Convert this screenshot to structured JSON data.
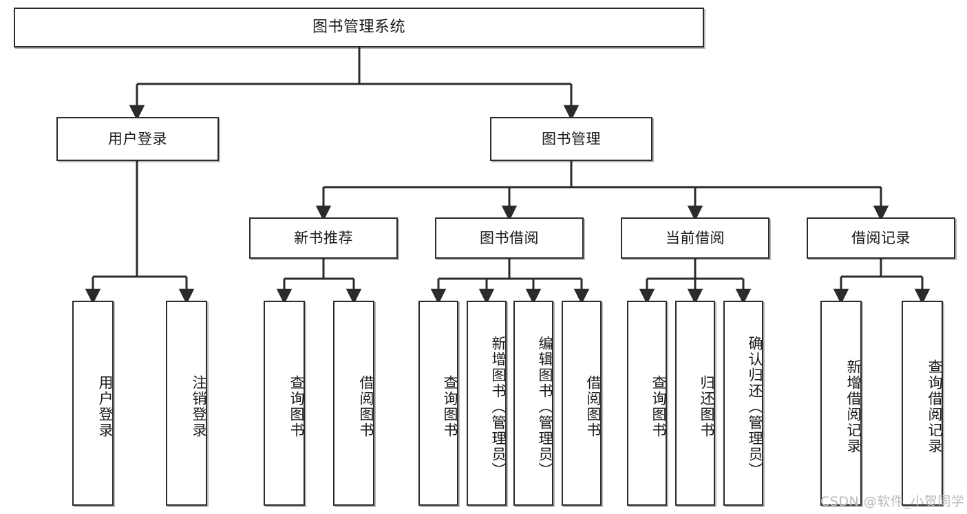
{
  "diagram": {
    "title": "图书管理系统",
    "type": "hierarchy-tree",
    "root": {
      "id": "root",
      "label": "图书管理系统"
    },
    "level1": [
      {
        "id": "user-login",
        "label": "用户登录"
      },
      {
        "id": "book-manage",
        "label": "图书管理"
      }
    ],
    "level2": [
      {
        "id": "new-book-rec",
        "label": "新书推荐",
        "parent": "book-manage"
      },
      {
        "id": "book-borrow",
        "label": "图书借阅",
        "parent": "book-manage"
      },
      {
        "id": "current-borrow",
        "label": "当前借阅",
        "parent": "book-manage"
      },
      {
        "id": "borrow-record",
        "label": "借阅记录",
        "parent": "book-manage"
      }
    ],
    "leaves": [
      {
        "id": "leaf-user-login",
        "label": "用户登录",
        "parent": "user-login"
      },
      {
        "id": "leaf-user-logout",
        "label": "注销登录",
        "parent": "user-login"
      },
      {
        "id": "leaf-query-book-1",
        "label": "查询图书",
        "parent": "new-book-rec"
      },
      {
        "id": "leaf-borrow-book-1",
        "label": "借阅图书",
        "parent": "new-book-rec"
      },
      {
        "id": "leaf-query-book-2",
        "label": "查询图书",
        "parent": "book-borrow"
      },
      {
        "id": "leaf-add-book",
        "label": "新增图书（管理员）",
        "parent": "book-borrow"
      },
      {
        "id": "leaf-edit-book",
        "label": "编辑图书（管理员）",
        "parent": "book-borrow"
      },
      {
        "id": "leaf-borrow-book-2",
        "label": "借阅图书",
        "parent": "book-borrow"
      },
      {
        "id": "leaf-query-book-3",
        "label": "查询图书",
        "parent": "current-borrow"
      },
      {
        "id": "leaf-return-book",
        "label": "归还图书",
        "parent": "current-borrow"
      },
      {
        "id": "leaf-confirm-return",
        "label": "确认归还（管理员）",
        "parent": "current-borrow"
      },
      {
        "id": "leaf-add-record",
        "label": "新增借阅记录",
        "parent": "borrow-record"
      },
      {
        "id": "leaf-query-record",
        "label": "查询借阅记录",
        "parent": "borrow-record"
      }
    ],
    "colors": {
      "box_border": "#2b2b2b",
      "box_fill": "#ffffff",
      "connector": "#2b2b2b",
      "text": "#1a1a1a",
      "watermark": "#b9b9b9",
      "background": "#ffffff"
    }
  },
  "watermark": {
    "text": "CSDN @软件_小贺同学"
  }
}
